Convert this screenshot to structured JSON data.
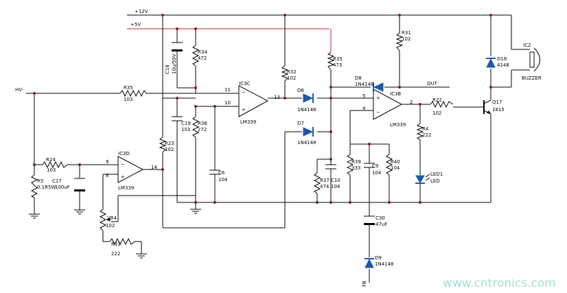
{
  "rails": {
    "v12": "+12V",
    "v5": "+5V"
  },
  "signals": {
    "hv_in": "HV-",
    "out": "OUT",
    "fb": "FB"
  },
  "chips": {
    "u1": {
      "name": "IC3C",
      "part": "LM339",
      "p_in_a": "11",
      "p_in_b": "10",
      "p_out": "13"
    },
    "u2": {
      "name": "IC3D",
      "part": "LM339",
      "p_in_a": "9",
      "p_in_b": "8",
      "p_out": "14"
    },
    "u3": {
      "name": "IC3B",
      "part": "LM339",
      "p_in_a": "5",
      "p_in_b": "4",
      "p_out": "2"
    },
    "ic2": {
      "name": "IC2",
      "part": "BUZZER"
    }
  },
  "parts": {
    "r35": {
      "ref": "R35",
      "val": "103"
    },
    "r34": {
      "ref": "R34",
      "val": "472"
    },
    "c18": {
      "ref": "C18",
      "val": "10u/50V"
    },
    "r24": {
      "ref": "R24",
      "val": "103"
    },
    "r5": {
      "ref": "R5",
      "val": "0.1R5W"
    },
    "c17": {
      "ref": "C17",
      "val": "100uF"
    },
    "c19": {
      "ref": "C19",
      "val": "103"
    },
    "r36": {
      "ref": "R36",
      "val": "272"
    },
    "r23": {
      "ref": "R23",
      "val": "102"
    },
    "c6": {
      "ref": "C6",
      "val": "104"
    },
    "vr4": {
      "ref": "VR4",
      "val": "102"
    },
    "r33": {
      "ref": "R33",
      "val": "222"
    },
    "r32": {
      "ref": "R32",
      "val": "102"
    },
    "r35b": {
      "ref": "R35",
      "val": "473"
    },
    "d6": {
      "ref": "D6",
      "val": "1N4148"
    },
    "d7": {
      "ref": "D7",
      "val": "1N4148"
    },
    "d8": {
      "ref": "D8",
      "val": "1N4148"
    },
    "r37": {
      "ref": "R37",
      "val": "474"
    },
    "c10": {
      "ref": "C10",
      "val": "104"
    },
    "r31": {
      "ref": "R31",
      "val": "102"
    },
    "r39": {
      "ref": "R39",
      "val": "333"
    },
    "c9": {
      "ref": "C9",
      "val": "104"
    },
    "r40": {
      "ref": "R40",
      "val": "104"
    },
    "c30": {
      "ref": "C30",
      "val": "47uF"
    },
    "d9": {
      "ref": "D9",
      "val": "1N4148"
    },
    "r22": {
      "ref": "R22",
      "val": "102"
    },
    "r4": {
      "ref": "R4",
      "val": "222"
    },
    "led1": {
      "ref": "LED1",
      "val": "LED"
    },
    "q17": {
      "ref": "Q17",
      "val": "1815"
    },
    "d18": {
      "ref": "D18",
      "val": "4148"
    }
  },
  "watermark": "www.cntronics.com"
}
